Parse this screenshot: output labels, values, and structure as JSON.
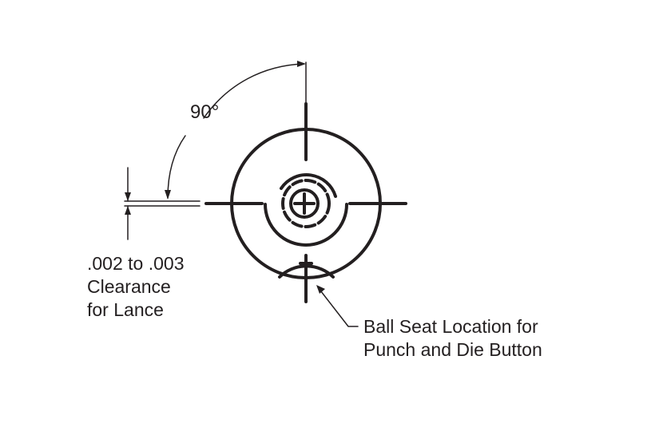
{
  "angle": {
    "label": "90°",
    "value_degrees": 90
  },
  "clearance": {
    "lines": [
      ".002 to .003",
      "Clearance",
      "for Lance"
    ]
  },
  "ball_seat": {
    "lines": [
      "Ball Seat Location for",
      "Punch and Die Button"
    ]
  },
  "colors": {
    "ink": "#231f20",
    "background": "#ffffff"
  }
}
